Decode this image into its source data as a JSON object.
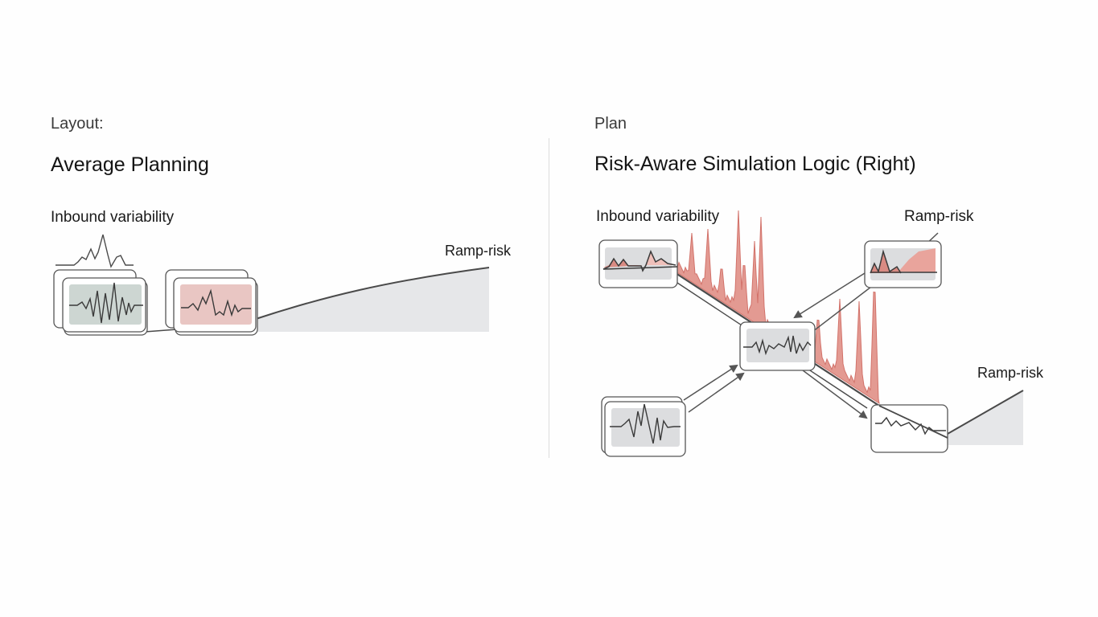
{
  "left_panel": {
    "eyebrow": "Layout:",
    "title": "Average Planning",
    "inbound_label": "Inbound variability",
    "ramp_label": "Ramp-risk",
    "cards": [
      {
        "name": "inbound-card",
        "tint": "#cdd6d2"
      },
      {
        "name": "buffer-card",
        "tint": "#e9c6c3"
      }
    ]
  },
  "right_panel": {
    "eyebrow": "Plan",
    "title": "Risk-Aware Simulation Logic (Right)",
    "inbound_label": "Inbound variability",
    "ramp_label_top": "Ramp-risk",
    "ramp_label_bottom": "Ramp-risk",
    "cards": [
      {
        "name": "inbound-card"
      },
      {
        "name": "ramp-risk-card"
      },
      {
        "name": "simulation-hub-card"
      },
      {
        "name": "source-card"
      },
      {
        "name": "output-card"
      }
    ]
  },
  "colors": {
    "ink": "#3f3f3f",
    "risk_red": "#d2726a",
    "risk_fill": "#e39a92",
    "area_gray": "#e6e7e9",
    "card_gray": "#dcdddf",
    "divider": "#dcdcdc"
  }
}
